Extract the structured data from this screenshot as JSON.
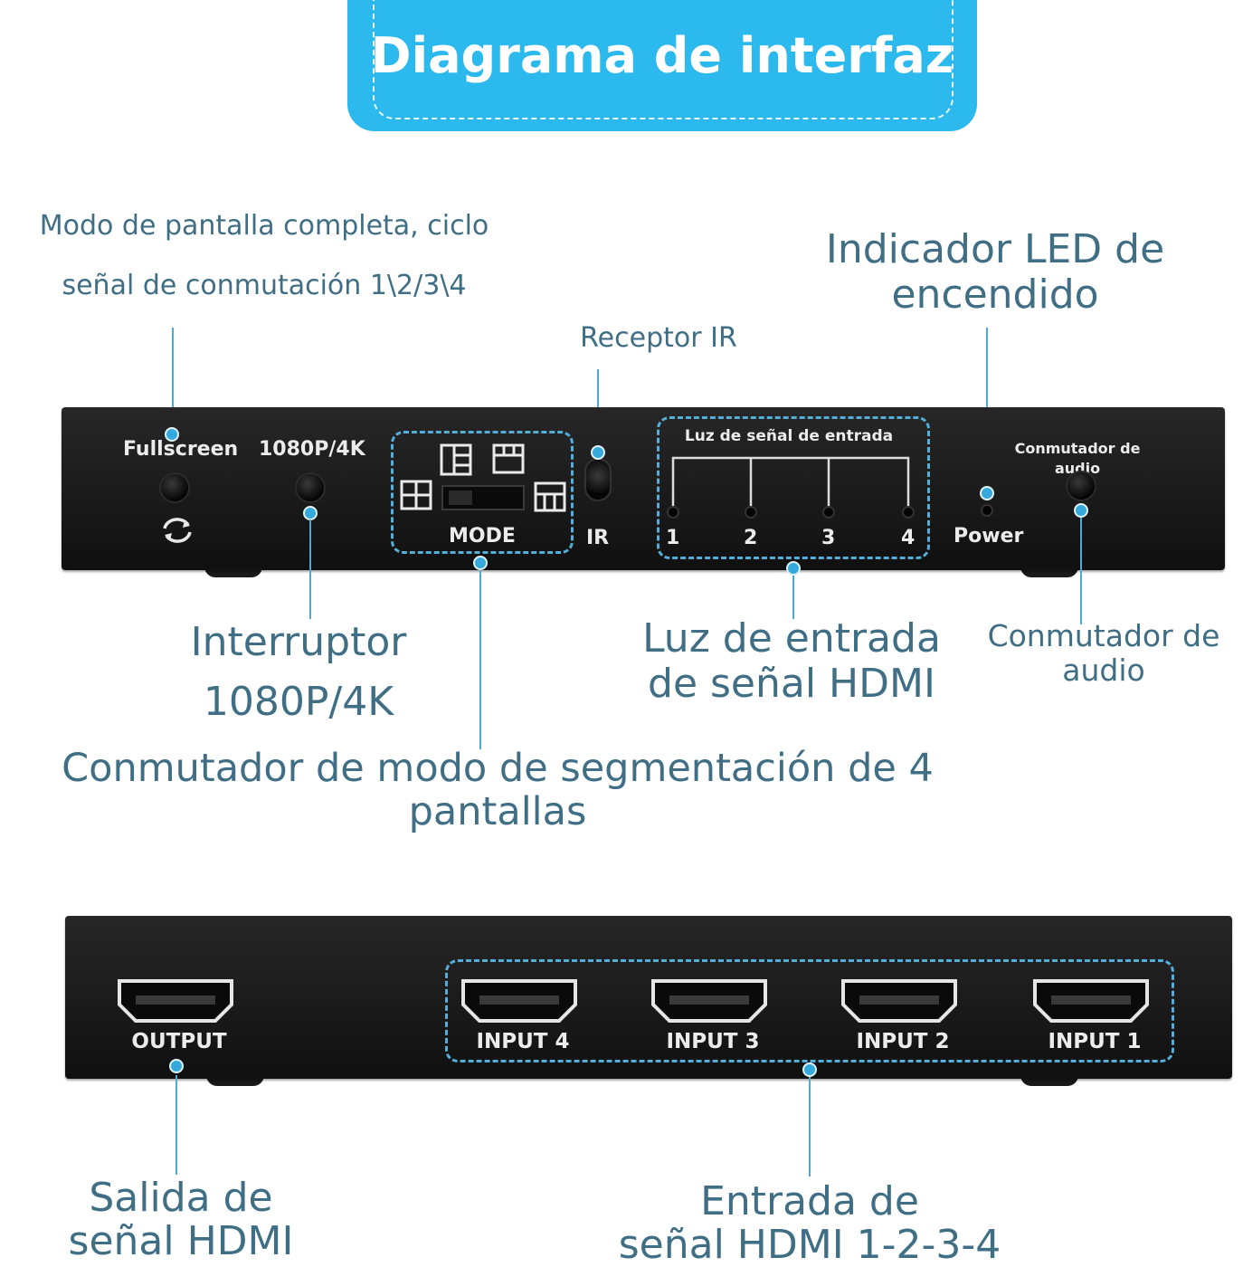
{
  "title": "Diagrama de interfaz",
  "front_panel": {
    "fullscreen_label": "Fullscreen",
    "resolution_label": "1080P/4K",
    "mode_label": "MODE",
    "ir_label": "IR",
    "signal_light_title": "Luz de señal de entrada",
    "channels": [
      "1",
      "2",
      "3",
      "4"
    ],
    "power_label": "Power",
    "audio_label_line1": "Conmutador de",
    "audio_label_line2": "audio"
  },
  "rear_panel": {
    "output_label": "OUTPUT",
    "inputs": [
      "INPUT 4",
      "INPUT 3",
      "INPUT 2",
      "INPUT 1"
    ]
  },
  "callouts": {
    "fullscreen_line1": "Modo de pantalla completa, ciclo",
    "fullscreen_line2": "señal de conmutación 1\\2/3\\4",
    "power_led_line1": "Indicador LED de",
    "power_led_line2": "encendido",
    "ir_receiver": "Receptor IR",
    "switch_line1": "Interruptor",
    "switch_line2": "1080P/4K",
    "hdmi_light_line1": "Luz de entrada",
    "hdmi_light_line2": "de señal HDMI",
    "audio_line1": "Conmutador de",
    "audio_line2": "audio",
    "mode_line1": "Conmutador de modo de segmentación de 4",
    "mode_line2": "pantallas",
    "output_line1": "Salida de",
    "output_line2": "señal HDMI",
    "inputs_line1": "Entrada de",
    "inputs_line2": "señal HDMI 1-2-3-4"
  },
  "colors": {
    "banner": "#2cb9ee",
    "callout_text": "#3f6e85",
    "leader": "#35a9db",
    "device": "#1a1a1a"
  }
}
